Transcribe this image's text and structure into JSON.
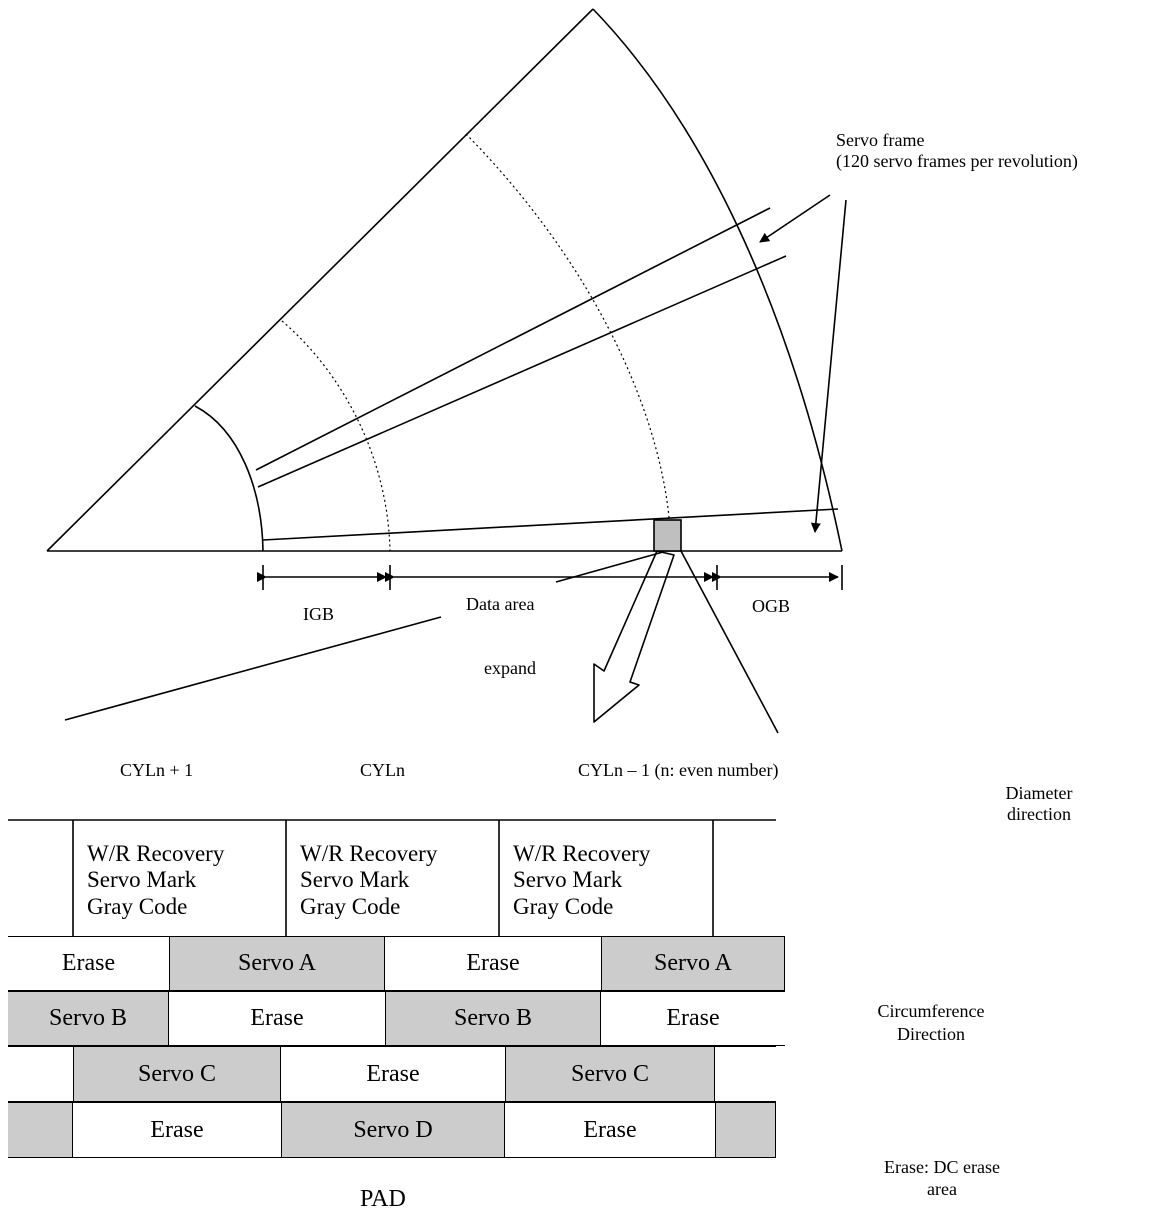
{
  "colors": {
    "line": "#000000",
    "servo_fill": "#cccccc",
    "background": "#ffffff"
  },
  "labels": {
    "servo_frame": "Servo frame",
    "servo_frame_note": "(120 servo frames per revolution)",
    "igb": "IGB",
    "data_area": "Data area",
    "ogb": "OGB",
    "expand": "expand",
    "cyl_n_plus_1": "CYLn + 1",
    "cyl_n": "CYLn",
    "cyl_n_minus_1": "CYLn – 1 (n:  even number)",
    "diameter_1": "Diameter",
    "diameter_2": "direction",
    "circumference_1": "Circumference",
    "circumference_2": "Direction",
    "erase_note_1": "Erase:  DC erase",
    "erase_note_2": "area",
    "pad": "PAD"
  },
  "table": {
    "header_cell": {
      "line1": "W/R Recovery",
      "line2": "Servo Mark",
      "line3": "Gray Code"
    },
    "rows": [
      [
        "Erase",
        "Servo A",
        "Erase",
        "Servo A"
      ],
      [
        "Servo B",
        "Erase",
        "Servo B",
        "Erase"
      ],
      [
        "",
        "Servo C",
        "Erase",
        "Servo C",
        ""
      ],
      [
        "",
        "Erase",
        "Servo D",
        "Erase",
        ""
      ]
    ]
  }
}
